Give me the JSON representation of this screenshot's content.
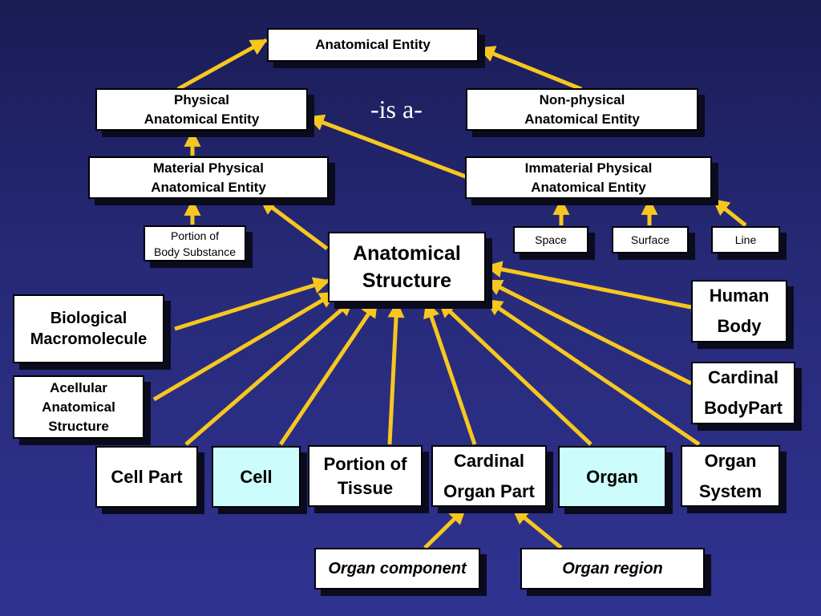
{
  "relation_label": "-is a-",
  "colors": {
    "arrow": "#f7c71f",
    "background": "#262a78",
    "box": "#ffffff",
    "box_highlight": "#ccfcfc"
  },
  "nodes": {
    "anatomical_entity": "Anatomical Entity",
    "physical_anatomical_entity": "Physical\nAnatomical Entity",
    "non_physical_anatomical_entity": "Non-physical\nAnatomical Entity",
    "material_physical_anatomical_entity": "Material Physical\nAnatomical Entity",
    "immaterial_physical_anatomical_entity": "Immaterial Physical\nAnatomical Entity",
    "portion_of_body_substance": "Portion of\nBody Substance",
    "space": "Space",
    "surface": "Surface",
    "line": "Line",
    "anatomical_structure": "Anatomical\nStructure",
    "biological_macromolecule": "Biological\nMacromolecule",
    "acellular_anatomical_structure": "Acellular\nAnatomical\nStructure",
    "human_body": "Human\nBody",
    "cardinal_body_part": "Cardinal\nBodyPart",
    "cell_part": "Cell Part",
    "cell": "Cell",
    "portion_of_tissue": "Portion of\nTissue",
    "cardinal_organ_part": "Cardinal\nOrgan Part",
    "organ": "Organ",
    "organ_system": "Organ\nSystem",
    "organ_component": "Organ component",
    "organ_region": "Organ region"
  }
}
